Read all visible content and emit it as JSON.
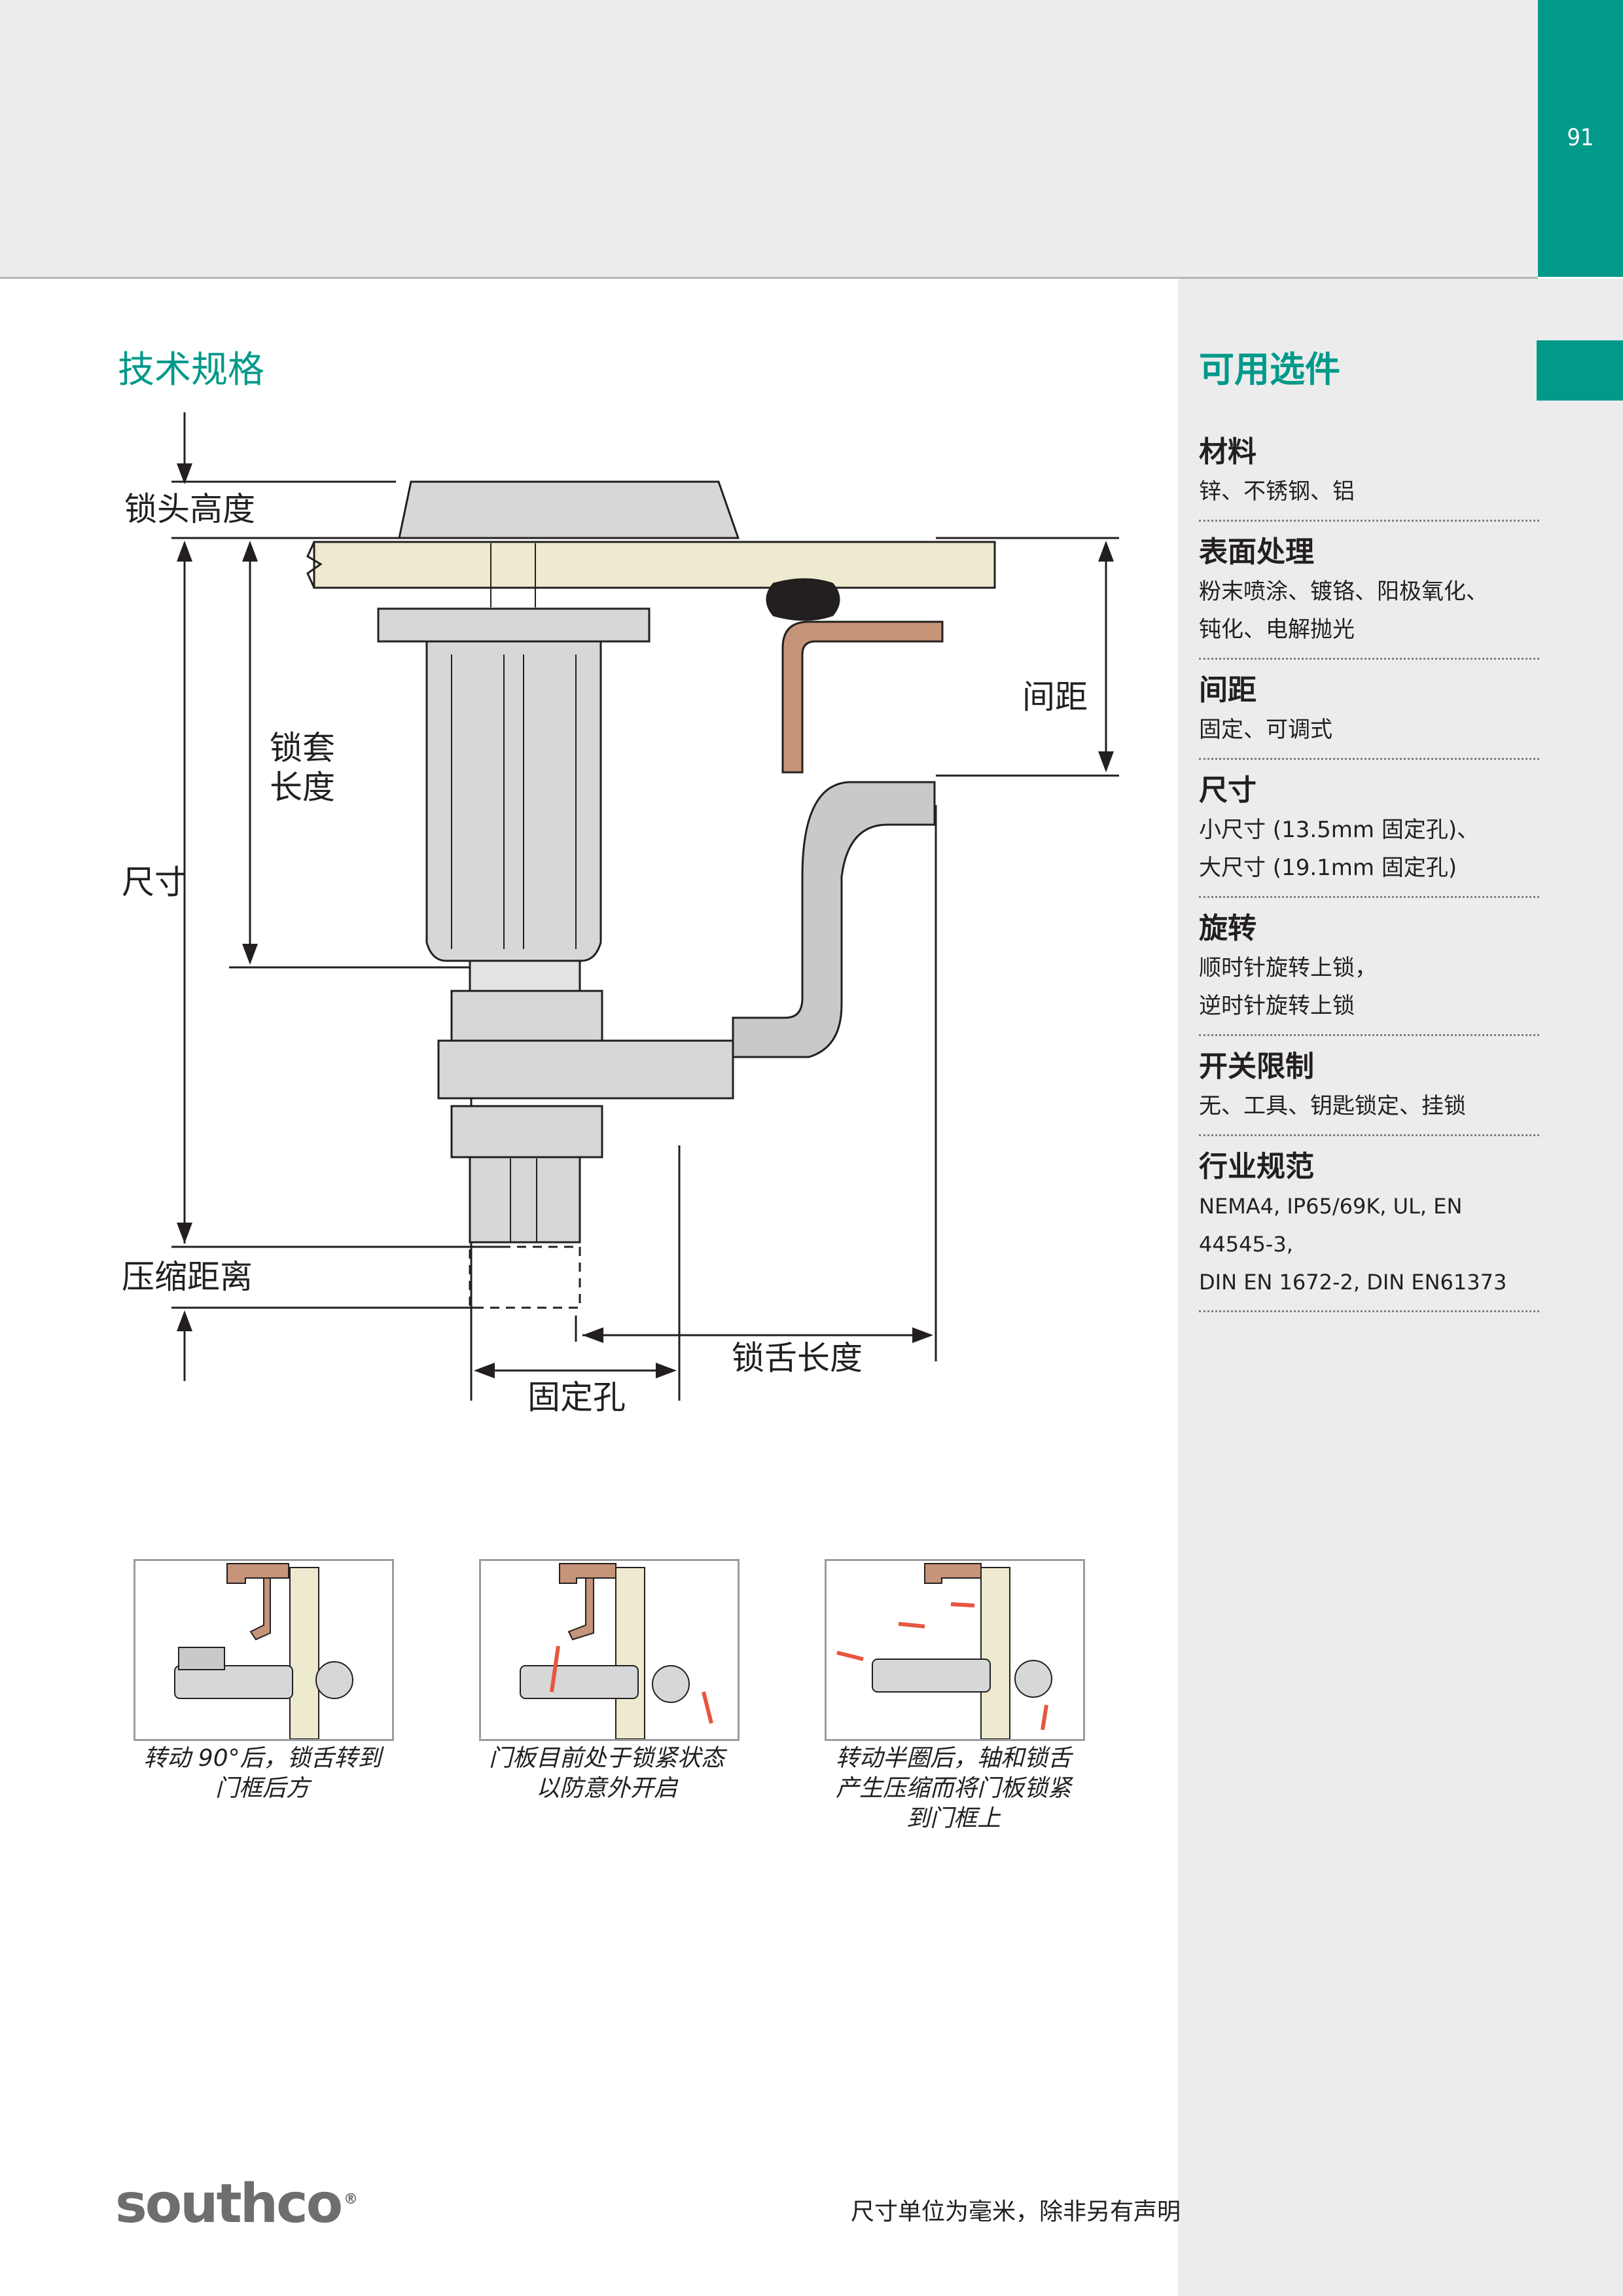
{
  "header": {
    "page_number": "91"
  },
  "section_title": "技术规格",
  "diagram_labels": {
    "head_height": "锁头高度",
    "sleeve_length_line1": "锁套",
    "sleeve_length_line2": "长度",
    "size": "尺寸",
    "spacing": "间距",
    "compression_distance": "压缩距离",
    "tongue_length": "锁舌长度",
    "mounting_hole": "固定孔"
  },
  "steps": [
    {
      "caption_line1": "转动 90°后，锁舌转到",
      "caption_line2": "门框后方",
      "caption_line3": ""
    },
    {
      "caption_line1": "门板目前处于锁紧状态",
      "caption_line2": "以防意外开启",
      "caption_line3": ""
    },
    {
      "caption_line1": "转动半圈后，轴和锁舌",
      "caption_line2": "产生压缩而将门板锁紧",
      "caption_line3": "到门框上"
    }
  ],
  "options": {
    "title": "可用选件",
    "items": [
      {
        "heading": "材料",
        "line1": "锌、不锈钢、铝",
        "line2": ""
      },
      {
        "heading": "表面处理",
        "line1": "粉末喷涂、镀铬、阳极氧化、",
        "line2": "钝化、电解抛光"
      },
      {
        "heading": "间距",
        "line1": "固定、可调式",
        "line2": ""
      },
      {
        "heading": "尺寸",
        "line1": "小尺寸 (13.5mm 固定孔)、",
        "line2": "大尺寸 (19.1mm 固定孔)"
      },
      {
        "heading": "旋转",
        "line1": "顺时针旋转上锁，",
        "line2": "逆时针旋转上锁"
      },
      {
        "heading": "开关限制",
        "line1": "无、工具、钥匙锁定、挂锁",
        "line2": ""
      },
      {
        "heading": "行业规范",
        "line1": "NEMA4, IP65/69K, UL, EN 44545-3,",
        "line2": "DIN EN 1672-2, DIN EN61373"
      }
    ]
  },
  "footer": {
    "logo": "southco",
    "logo_mark": "®",
    "note": "尺寸单位为毫米，除非另有声明"
  },
  "colors": {
    "accent": "#00998a",
    "band": "#ececed",
    "panel": "#ececed",
    "arrow": "#e8553f",
    "bracket": "#c69478"
  }
}
